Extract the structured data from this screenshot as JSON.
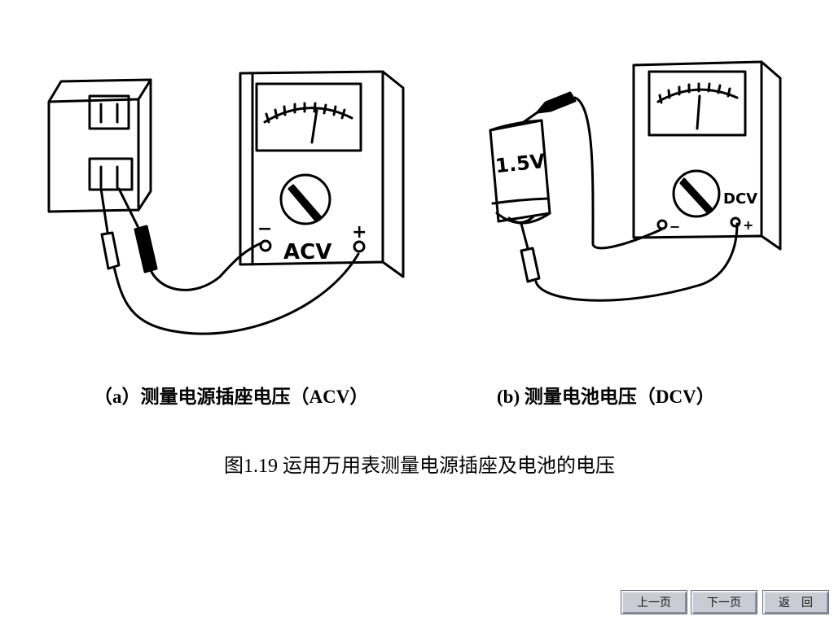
{
  "figure": {
    "caption_a": "（a）测量电源插座电压（ACV）",
    "caption_b": "(b) 测量电池电压（DCV）",
    "title": "图1.19  运用万用表测量电源插座及电池的电压"
  },
  "drawing_labels": {
    "meter_a_mode": "ACV",
    "meter_a_minus": "−",
    "meter_a_plus": "+",
    "battery": "1.5V",
    "meter_b_mode": "DCV",
    "meter_b_minus": "−",
    "meter_b_plus": "+"
  },
  "nav": {
    "prev": "上一页",
    "next": "下一页",
    "back": "返　回"
  }
}
